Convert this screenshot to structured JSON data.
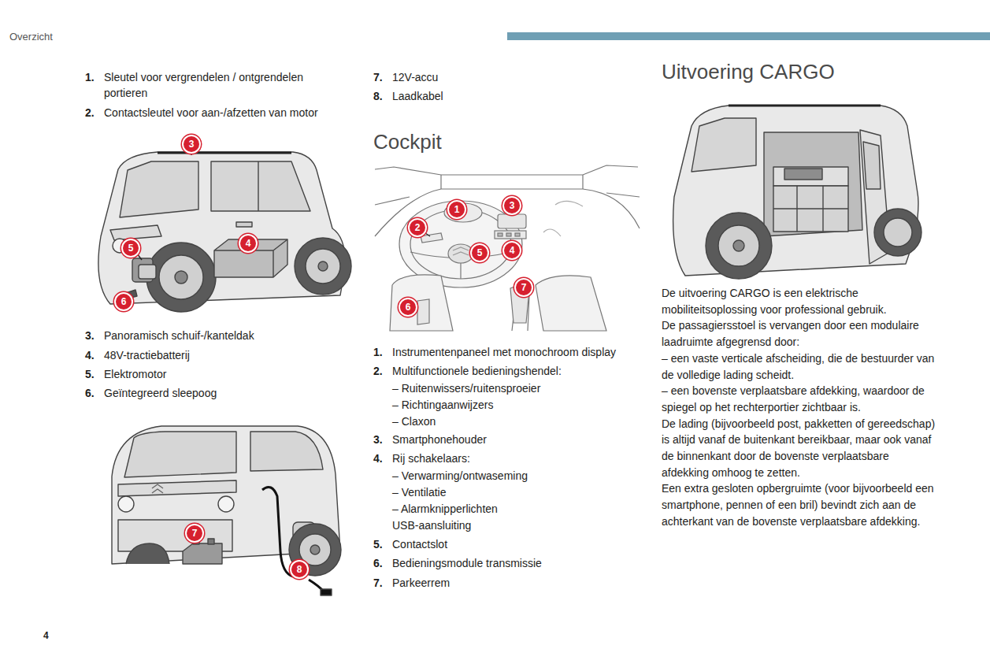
{
  "diagram": {
    "labels": [
      "Overzicht",
      "1.",
      "Sleutel voor vergrendelen / ontgrendelen portieren",
      "2.",
      "Contactsleutel voor aan-/afzetten van motor",
      "3",
      "5",
      "6",
      "4",
      "3.",
      "Panoramisch schuif-/kanteldak",
      "4.",
      "48V-tractiebatterij",
      "5.",
      "Elektromotor",
      "6.",
      "Geïntegreerd sleepoog",
      "7",
      "8",
      "7.",
      "12V-accu",
      "8.",
      "Laadkabel",
      "Cockpit",
      "1",
      "2",
      "3",
      "5",
      "4",
      "7",
      "6",
      "1.",
      "Instrumentenpaneel met monochroom display",
      "2.",
      "Multifunctionele bedieningshendel:",
      "– Ruitenwissers/ruitensproeier",
      "– Richtingaanwijzers",
      "– Claxon",
      "3.",
      "Smartphonehouder",
      "4.",
      "Rij schakelaars:",
      "– Verwarming/ontwaseming",
      "– Ventilatie",
      "– Alarmknipperlichten",
      "USB-aansluiting",
      "5.",
      "Contactslot",
      "6.",
      "Bedieningsmodule transmissie",
      "7.",
      "Parkeerrem",
      "Uitvoering CARGO",
      "De uitvoering CARGO is een elektrische mobiliteitsoplossing voor professional gebruik.",
      "De passagiersstoel is vervangen door een modulaire laadruimte afgegrensd door:",
      "– een vaste verticale afscheiding, die de bestuurder van de volledige lading scheidt.",
      "– een bovenste verplaatsbare afdekking, waardoor de spiegel op het rechterportier zichtbaar is.",
      "De lading (bijvoorbeeld post, pakketten of gereedschap) is altijd vanaf de buitenkant bereikbaar, maar ook vanaf de binnenkant door de bovenste verplaatsbare afdekking omhoog te zetten.",
      "Een extra gesloten opbergruimte (voor bijvoorbeeld een smartphone, pennen of een bril) bevindt zich aan de achterkant van de bovenste verplaatsbare afdekking.",
      "4"
    ]
  }
}
